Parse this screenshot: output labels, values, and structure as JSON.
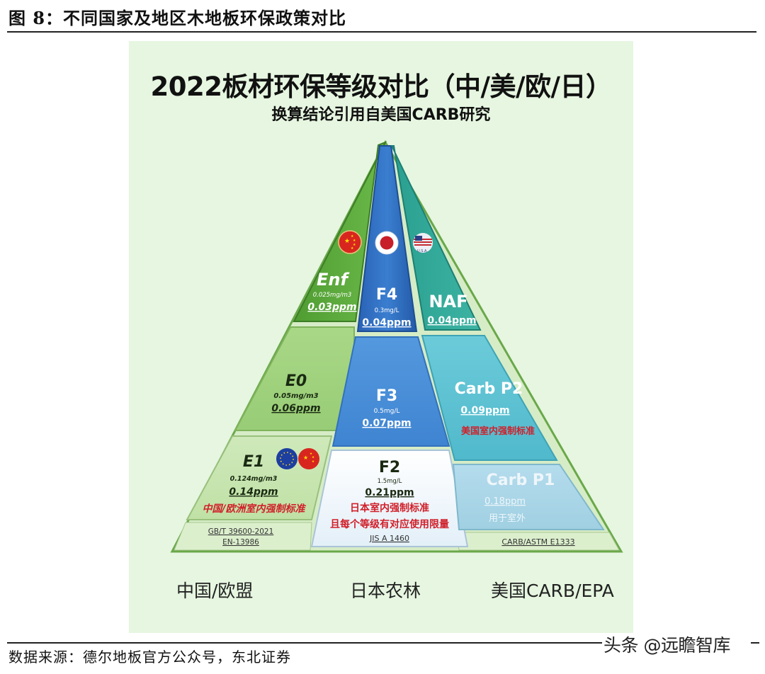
{
  "figure": {
    "title": "图 8：不同国家及地区木地板环保政策对比",
    "source": "数据来源：德尔地板官方公众号，东北证券",
    "watermark": "头条 @远瞻智库"
  },
  "panel": {
    "title": "2022板材环保等级对比（中/美/欧/日）",
    "subtitle": "换算结论引用自美国CARB研究",
    "background": "#e6f6e0"
  },
  "flags": {
    "china": "china-flag-icon",
    "japan": "japan-flag-icon",
    "usa": "usa-flag-icon",
    "eu": "eu-flag-icon"
  },
  "columns": [
    {
      "region": "中国/欧盟",
      "color_family": "green",
      "standard_ref": [
        "GB/T 39600-2021",
        "EN-13986"
      ],
      "levels": [
        {
          "grade": "Enf",
          "mg": "0.025mg/m3",
          "ppm": "0.03ppm",
          "note": "",
          "color": "#5aa83a"
        },
        {
          "grade": "E0",
          "mg": "0.05mg/m3",
          "ppm": "0.06ppm",
          "note": "",
          "color": "#9fd17c"
        },
        {
          "grade": "E1",
          "mg": "0.124mg/m3",
          "ppm": "0.14ppm",
          "note": "中国/欧洲室内强制标准",
          "color": "#c7e6b0"
        }
      ]
    },
    {
      "region": "日本农林",
      "color_family": "blue",
      "standard_ref": [
        "JIS A 1460"
      ],
      "levels": [
        {
          "grade": "F4",
          "mg": "0.3mg/L",
          "ppm": "0.04ppm",
          "note": "",
          "color": "#2f6fc0"
        },
        {
          "grade": "F3",
          "mg": "0.5mg/L",
          "ppm": "0.07ppm",
          "note": "",
          "color": "#4a8fd8"
        },
        {
          "grade": "F2",
          "mg": "1.5mg/L",
          "ppm": "0.21ppm",
          "note": "日本室内强制标准",
          "note2": "且每个等级有对应使用限量",
          "color": "#eef5fb"
        }
      ]
    },
    {
      "region": "美国CARB/EPA",
      "color_family": "teal",
      "standard_ref": [
        "CARB/ASTM E1333"
      ],
      "levels": [
        {
          "grade": "NAF",
          "mg": "",
          "ppm": "0.04ppm",
          "note": "",
          "color": "#2aa394"
        },
        {
          "grade": "Carb P2",
          "mg": "",
          "ppm": "0.09ppm",
          "note": "美国室内强制标准",
          "color": "#5bc3d4"
        },
        {
          "grade": "Carb P1",
          "mg": "",
          "ppm": "0.18ppm",
          "note": "用于室外",
          "color": "#a9d7e6"
        }
      ]
    }
  ]
}
